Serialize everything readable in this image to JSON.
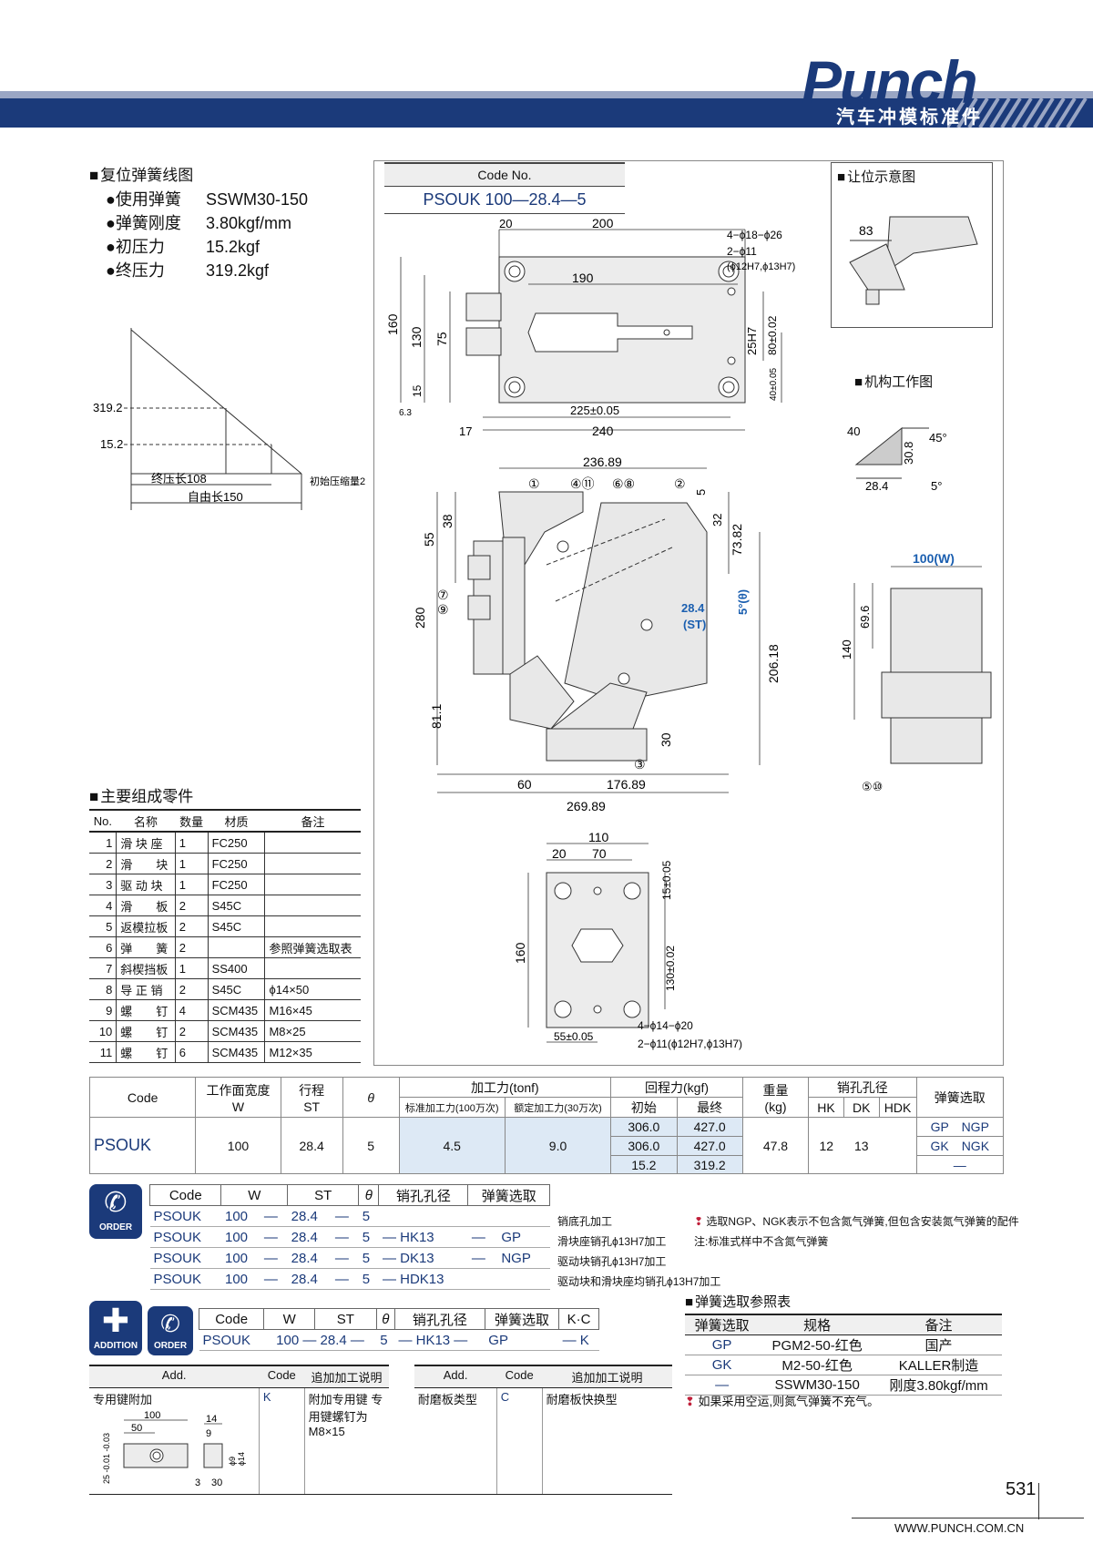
{
  "header": {
    "brand": "Punch",
    "subtitle": "汽车冲模标准件"
  },
  "spring": {
    "title": "复位弹簧线图",
    "rows": [
      {
        "label": "●使用弹簧",
        "value": "SSWM30-150"
      },
      {
        "label": "●弹簧刚度",
        "value": "3.80kgf/mm"
      },
      {
        "label": "●初压力",
        "value": "15.2kgf"
      },
      {
        "label": "●终压力",
        "value": "319.2kgf"
      }
    ],
    "chart": {
      "y_high": "319.2",
      "y_low": "15.2",
      "final_len": "终压长108",
      "preload": "初始压缩量2",
      "free_len": "自由长150"
    }
  },
  "code_box": {
    "label": "Code No.",
    "value": "PSOUK 100—28.4—5"
  },
  "clearance": {
    "title": "让位示意图",
    "dim": "83"
  },
  "mechanism": {
    "title": "机构工作图",
    "d1": "40",
    "d2": "30.8",
    "d3": "45°",
    "d4": "28.4",
    "d5": "5°"
  },
  "top_view": {
    "d20": "20",
    "d200": "200",
    "d190": "190",
    "d160": "160",
    "d130": "130",
    "d75": "75",
    "d15": "15",
    "d225": "225±0.05",
    "d240": "240",
    "d17": "17",
    "hole1": "4−ϕ18−ϕ26",
    "hole2": "2−ϕ11",
    "hole3": "(ϕ12H7,ϕ13H7)",
    "d25": "25H7",
    "d80": "80±0.02",
    "d40": "40±0.05",
    "r63": "6.3"
  },
  "side_view": {
    "d236": "236.89",
    "d5": "5",
    "d32": "32",
    "d73": "73.82",
    "d55": "55",
    "d38": "38",
    "d280": "280",
    "d81": "81.1",
    "d206": "206.18",
    "d30": "30",
    "d60": "60",
    "d176": "176.89",
    "d269": "269.89",
    "st": "28.4",
    "st_lbl": "(ST)",
    "theta": "5°(θ)",
    "w": "100(W)",
    "d69": "69.6",
    "d140": "140",
    "callouts": [
      "①",
      "④⑪",
      "⑥⑧",
      "②",
      "⑦",
      "⑨",
      "③",
      "⑤⑩"
    ]
  },
  "bottom_view": {
    "d110": "110",
    "d20": "20",
    "d70": "70",
    "d15": "15±0.05",
    "d160": "160",
    "d130": "130±0.02",
    "d55": "55±0.05",
    "hole1": "4−ϕ14−ϕ20",
    "hole2": "2−ϕ11(ϕ12H7,ϕ13H7)"
  },
  "parts": {
    "title": "主要组成零件",
    "headers": [
      "No.",
      "名称",
      "数量",
      "材质",
      "备注"
    ],
    "rows": [
      [
        "1",
        "滑 块 座",
        "1",
        "FC250",
        ""
      ],
      [
        "2",
        "滑　　块",
        "1",
        "FC250",
        ""
      ],
      [
        "3",
        "驱 动 块",
        "1",
        "FC250",
        ""
      ],
      [
        "4",
        "滑　　板",
        "2",
        "S45C",
        ""
      ],
      [
        "5",
        "返模拉板",
        "2",
        "S45C",
        ""
      ],
      [
        "6",
        "弹　　簧",
        "2",
        "",
        "参照弹簧选取表"
      ],
      [
        "7",
        "斜楔挡板",
        "1",
        "SS400",
        ""
      ],
      [
        "8",
        "导 正 销",
        "2",
        "S45C",
        "ϕ14×50"
      ],
      [
        "9",
        "螺　　钉",
        "4",
        "SCM435",
        "M16×45"
      ],
      [
        "10",
        "螺　　钉",
        "2",
        "SCM435",
        "M8×25"
      ],
      [
        "11",
        "螺　　钉",
        "6",
        "SCM435",
        "M12×35"
      ]
    ]
  },
  "main": {
    "h_code": "Code",
    "h_w1": "工作面宽度",
    "h_w2": "W",
    "h_st1": "行程",
    "h_st2": "ST",
    "h_theta": "θ",
    "h_force": "加工力(tonf)",
    "h_f1": "标准加工力(100万次)",
    "h_f2": "额定加工力(30万次)",
    "h_ret": "回程力(kgf)",
    "h_r1": "初始",
    "h_r2": "最终",
    "h_wt1": "重量",
    "h_wt2": "(kg)",
    "h_pin": "销孔孔径",
    "h_hk": "HK",
    "h_dk": "DK",
    "h_hdk": "HDK",
    "h_spring": "弹簧选取",
    "code": "PSOUK",
    "w": "100",
    "st": "28.4",
    "theta": "5",
    "f1": "4.5",
    "f2": "9.0",
    "r_init": [
      "306.0",
      "306.0",
      "15.2"
    ],
    "r_final": [
      "427.0",
      "427.0",
      "319.2"
    ],
    "weight": "47.8",
    "hk": "12",
    "dk": "13",
    "spring": [
      "GP　NGP",
      "GK　NGK",
      "—"
    ]
  },
  "order": {
    "icon": "ORDER",
    "headers": [
      "Code",
      "W",
      "ST",
      "θ",
      "销孔孔径",
      "弹簧选取"
    ],
    "rows": [
      [
        "PSOUK",
        "100",
        "—",
        "28.4",
        "—",
        "5",
        "",
        "",
        ""
      ],
      [
        "PSOUK",
        "100",
        "—",
        "28.4",
        "—",
        "5",
        "— HK13",
        "—",
        "GP"
      ],
      [
        "PSOUK",
        "100",
        "—",
        "28.4",
        "—",
        "5",
        "— DK13",
        "—",
        "NGP"
      ],
      [
        "PSOUK",
        "100",
        "—",
        "28.4",
        "—",
        "5",
        "— HDK13",
        "",
        ""
      ]
    ],
    "notes": [
      "销底孔加工",
      "滑块座销孔ϕ13H7加工",
      "驱动块销孔ϕ13H7加工",
      "驱动块和滑块座均销孔ϕ13H7加工"
    ],
    "warn1": "选取NGP、NGK表示不包含氮气弹簧,但包含安装氮气弹簧的配件",
    "warn2": "注:标准式样中不含氮气弹簧"
  },
  "addition": {
    "icon1": "ADDITION",
    "icon2": "ORDER",
    "headers": [
      "Code",
      "W",
      "ST",
      "θ",
      "销孔孔径",
      "弹簧选取",
      "K·C"
    ],
    "row": [
      "PSOUK",
      "100 — 28.4 —",
      "5",
      "— HK13 —",
      "GP",
      "—",
      "K"
    ]
  },
  "spring_ref": {
    "title": "弹簧选取参照表",
    "headers": [
      "弹簧选取",
      "规格",
      "备注"
    ],
    "rows": [
      [
        "GP",
        "PGM2-50-红色",
        "国产"
      ],
      [
        "GK",
        "M2-50-红色",
        "KALLER制造"
      ],
      [
        "—",
        "SSWM30-150",
        "刚度3.80kgf/mm"
      ]
    ],
    "note": "如果采用空运,则氮气弹簧不充气。"
  },
  "add_table": {
    "headers": [
      "Add.",
      "Code",
      "追加加工说明",
      "Add.",
      "Code",
      "追加加工说明"
    ],
    "l_add": "专用键附加",
    "l_code": "K",
    "l_desc": "附加专用键 专用键螺钉为 M8×15",
    "r_add": "耐磨板类型",
    "r_code": "C",
    "r_desc": "耐磨板快换型",
    "key_dims": {
      "d100": "100",
      "d50": "50",
      "d14": "14",
      "d9": "9",
      "d25": "25 -0.01 -0.03",
      "d9b": "ϕ9",
      "d14b": "ϕ14",
      "d3": "3",
      "d30": "30"
    }
  },
  "footer": {
    "page": "531",
    "url": "WWW.PUNCH.COM.CN"
  }
}
